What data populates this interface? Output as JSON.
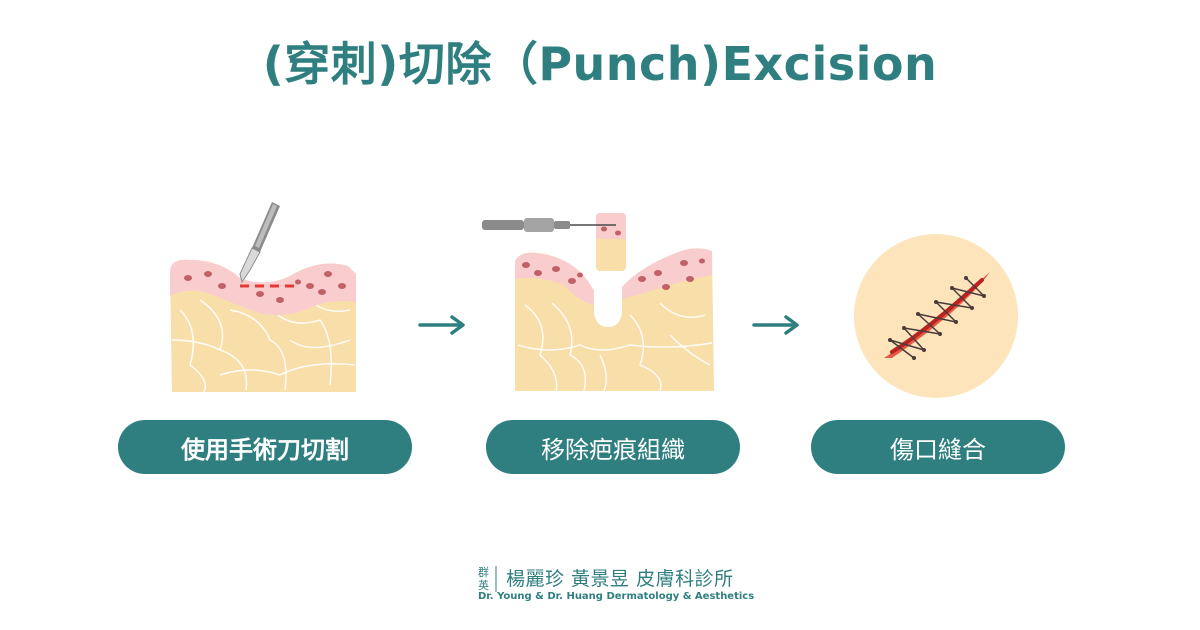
{
  "title": "(穿刺)切除（Punch)Excision",
  "steps": [
    {
      "label": "使用手術刀切割"
    },
    {
      "label": "移除疤痕組織"
    },
    {
      "label": "傷口縫合"
    }
  ],
  "footer": {
    "logo_text": "群英",
    "clinic_name": "楊麗珍 黃景昱 皮膚科診所",
    "clinic_name_en": "Dr. Young & Dr. Huang  Dermatology & Aesthetics"
  },
  "colors": {
    "brand_teal": "#2f7f80",
    "skin_fat": "#f8dfaa",
    "epidermis": "#f9cdcd",
    "pigment": "#c26068",
    "incision": "#e33a35"
  }
}
